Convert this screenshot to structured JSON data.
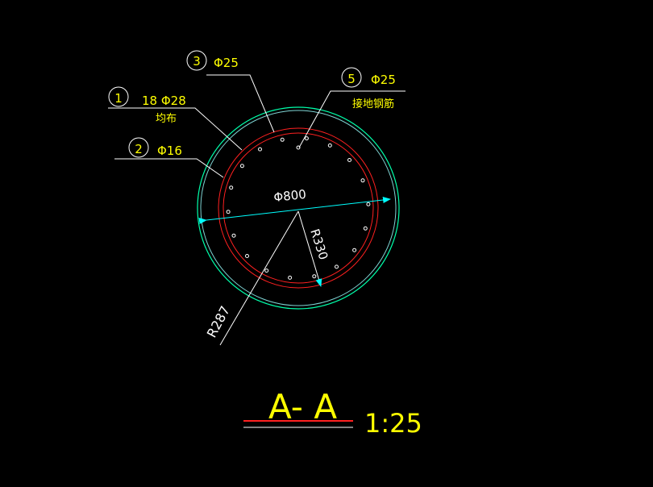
{
  "drawing": {
    "colors": {
      "background": "#000000",
      "outer_circle": "#00ffaa",
      "cover_circle": "#7fd4d4",
      "rebar_circle": "#ff2020",
      "bars": "#ffffff",
      "leader": "#ffffff",
      "text": "#ffff00",
      "dimension": "#00ffff"
    },
    "labels": {
      "callout_1": {
        "number": "1",
        "text": "18 Φ28",
        "subtext": "均布"
      },
      "callout_2": {
        "number": "2",
        "text": "Φ16"
      },
      "callout_3": {
        "number": "3",
        "text": "Φ25"
      },
      "callout_5": {
        "number": "5",
        "text": "Φ25",
        "subtext": "接地钢筋"
      }
    },
    "dimensions": {
      "diameter": "Φ800",
      "radius_outer": "R330",
      "radius_inner": "R287"
    },
    "section": {
      "title": "A- A",
      "scale": "1:25"
    }
  }
}
